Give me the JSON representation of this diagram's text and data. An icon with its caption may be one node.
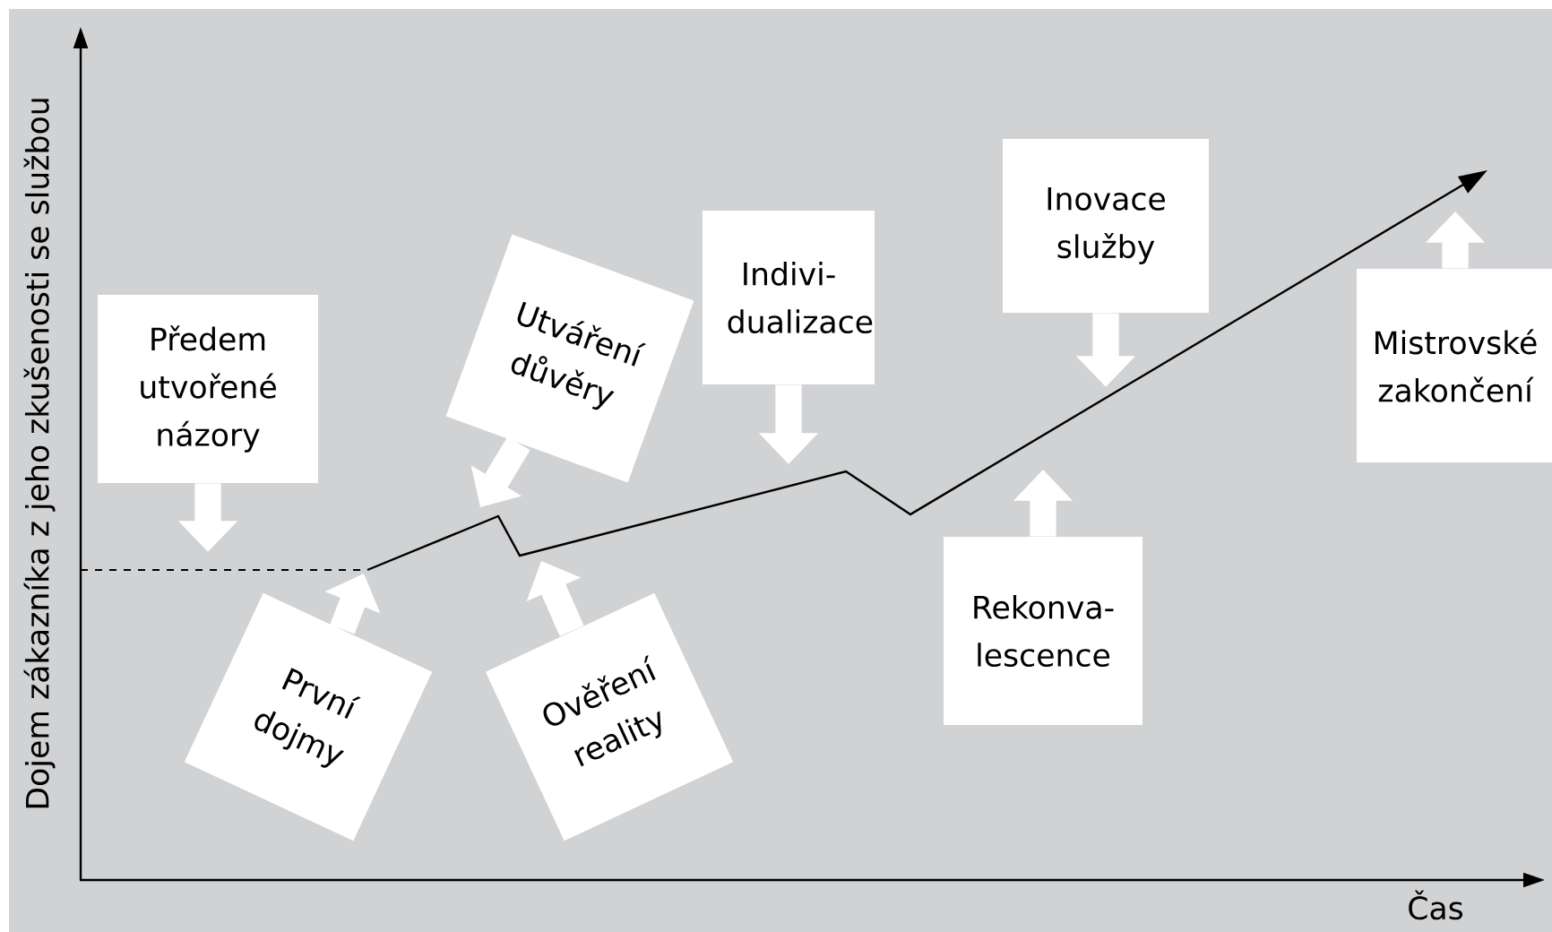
{
  "diagram": {
    "nodes": [
      {
        "text": [
          "Předem utvořené názory"
        ]
      },
      {
        "text": [
          "První dojmy"
        ]
      },
      {
        "text": [
          "Utváření důvěry"
        ]
      },
      {
        "text": [
          "Ověření reality"
        ]
      },
      {
        "text": [
          "Indivi- dualizace"
        ]
      },
      {
        "text": [
          "Inovace služby"
        ]
      },
      {
        "text": [
          "Rekonva- lescence"
        ]
      },
      {
        "text": [
          "Mistrovské zakončení"
        ]
      }
    ],
    "edges": [
      {
        "from": 0,
        "to": null,
        "arrow": "to"
      },
      {
        "from": 1,
        "to": null,
        "arrow": "to"
      },
      {
        "from": 2,
        "to": null,
        "arrow": "to"
      },
      {
        "from": 3,
        "to": null,
        "arrow": "to"
      },
      {
        "from": 4,
        "to": null,
        "arrow": "to"
      },
      {
        "from": 5,
        "to": null,
        "arrow": "to"
      },
      {
        "from": 6,
        "to": null,
        "arrow": "to"
      },
      {
        "from": 7,
        "to": null,
        "arrow": "to"
      }
    ],
    "labels": [
      "Dojem zákazníka z jeho zkušenosti se službou",
      "Čas"
    ]
  }
}
